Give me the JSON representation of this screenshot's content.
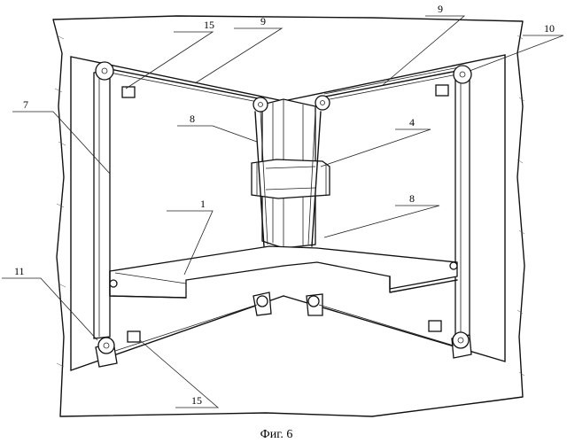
{
  "caption": "Фиг. 6",
  "labels": {
    "l1": "1",
    "l4": "4",
    "l7": "7",
    "l8a": "8",
    "l8b": "8",
    "l9a": "9",
    "l9b": "9",
    "l10": "10",
    "l11": "11",
    "l15a": "15",
    "l15b": "15"
  }
}
